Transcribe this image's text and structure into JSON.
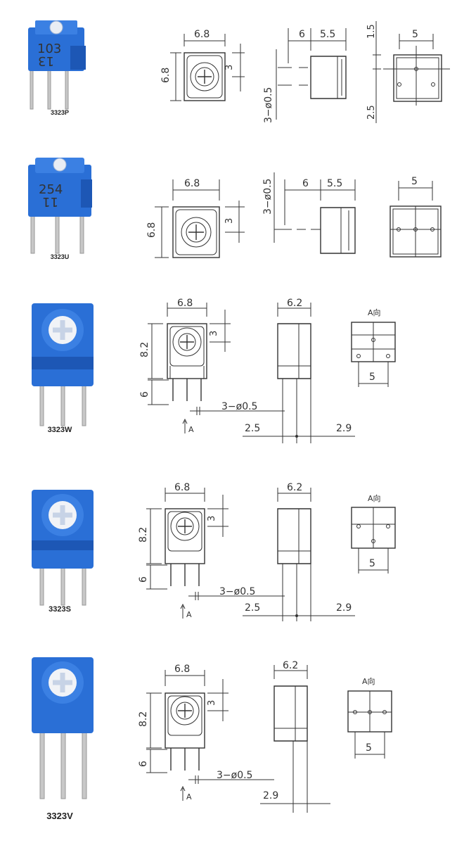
{
  "colors": {
    "body_blue": "#2a6fd6",
    "body_dark": "#1d57b5",
    "rotor_white": "#f1f3f7",
    "line": "#333333"
  },
  "sections": [
    {
      "part": "3323P",
      "marking_top": "103",
      "marking_bottom": "13",
      "dims": {
        "width": "6.8",
        "height": "6.8",
        "offset": "3",
        "pin_pitch": "6",
        "side_depth": "5.5",
        "pins": "3−ø0.5",
        "bottom_pitch": "5",
        "top_offset": "1.5",
        "bottom_offset": "2.5"
      }
    },
    {
      "part": "3323U",
      "marking_top": "254",
      "marking_bottom": "11",
      "dims": {
        "width": "6.8",
        "height": "6.8",
        "offset": "3",
        "pin_pitch": "6",
        "side_depth": "5.5",
        "pins": "3−ø0.5",
        "bottom_pitch": "5"
      }
    },
    {
      "part": "3323W",
      "dims": {
        "width": "6.8",
        "height": "8.2",
        "offset": "3",
        "pin_len": "6",
        "side_depth": "6.2",
        "pins": "3−ø0.5",
        "left_off": "2.5",
        "right_off": "2.9",
        "bottom_pitch": "5",
        "view_label": "A向",
        "arrow_label": "A"
      }
    },
    {
      "part": "3323S",
      "dims": {
        "width": "6.8",
        "height": "8.2",
        "offset": "3",
        "pin_len": "6",
        "side_depth": "6.2",
        "pins": "3−ø0.5",
        "left_off": "2.5",
        "right_off": "2.9",
        "bottom_pitch": "5",
        "view_label": "A向",
        "arrow_label": "A"
      }
    },
    {
      "part": "3323V",
      "dims": {
        "width": "6.8",
        "height": "8.2",
        "offset": "3",
        "pin_len": "6",
        "side_depth": "6.2",
        "pins": "3−ø0.5",
        "right_off": "2.9",
        "bottom_pitch": "5",
        "view_label": "A向",
        "arrow_label": "A"
      }
    }
  ]
}
